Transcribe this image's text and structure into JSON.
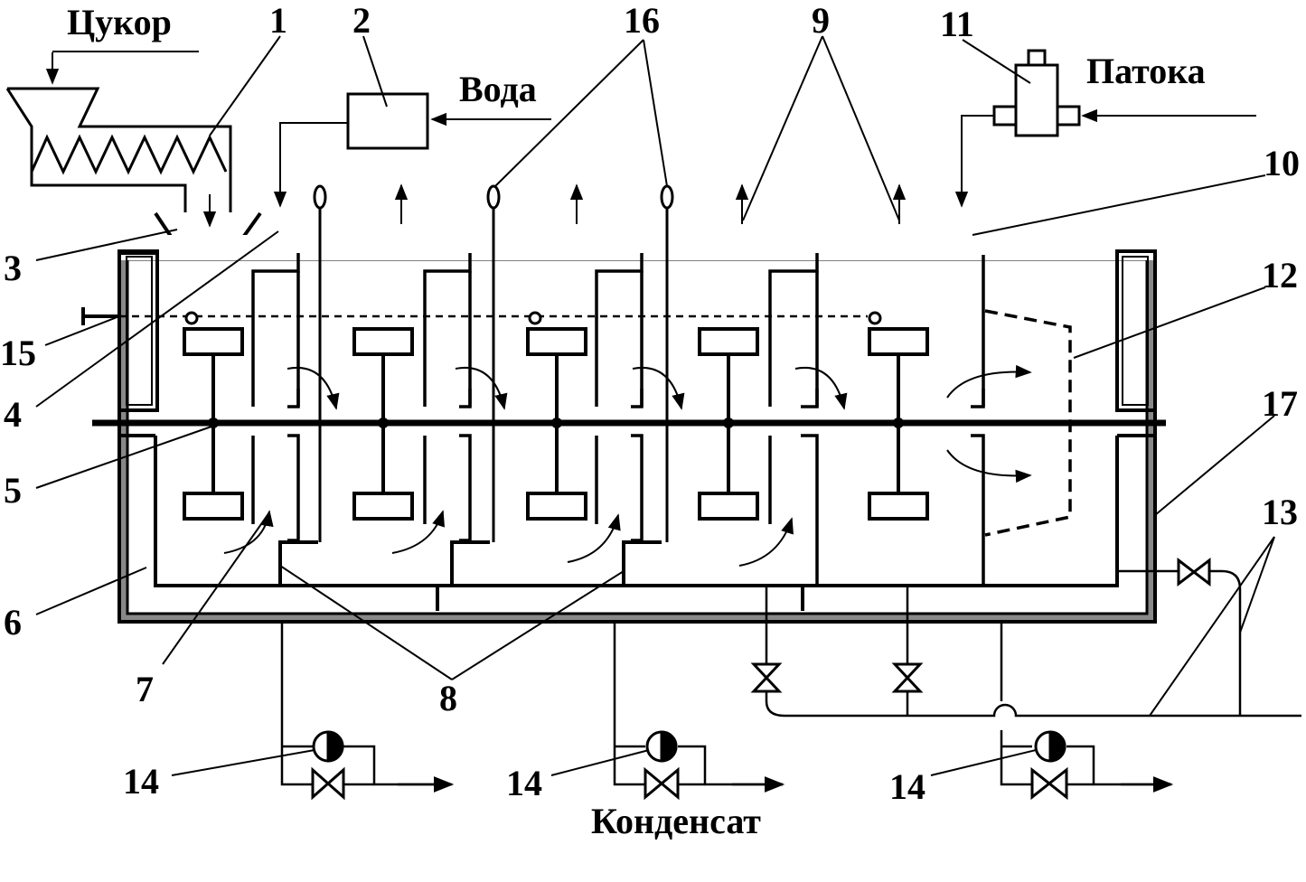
{
  "labels": {
    "sugar": "Цукор",
    "water": "Вода",
    "molasses": "Патока",
    "condensate": "Конденсат"
  },
  "callouts": {
    "n1": "1",
    "n2": "2",
    "n3": "3",
    "n4": "4",
    "n5": "5",
    "n6": "6",
    "n7": "7",
    "n8": "8",
    "n9": "9",
    "n10": "10",
    "n11": "11",
    "n12": "12",
    "n13": "13",
    "n14a": "14",
    "n14b": "14",
    "n14c": "14",
    "n15": "15",
    "n16": "16",
    "n17": "17"
  },
  "colors": {
    "line": "#000000",
    "jacket": "#888888",
    "background": "#ffffff"
  }
}
